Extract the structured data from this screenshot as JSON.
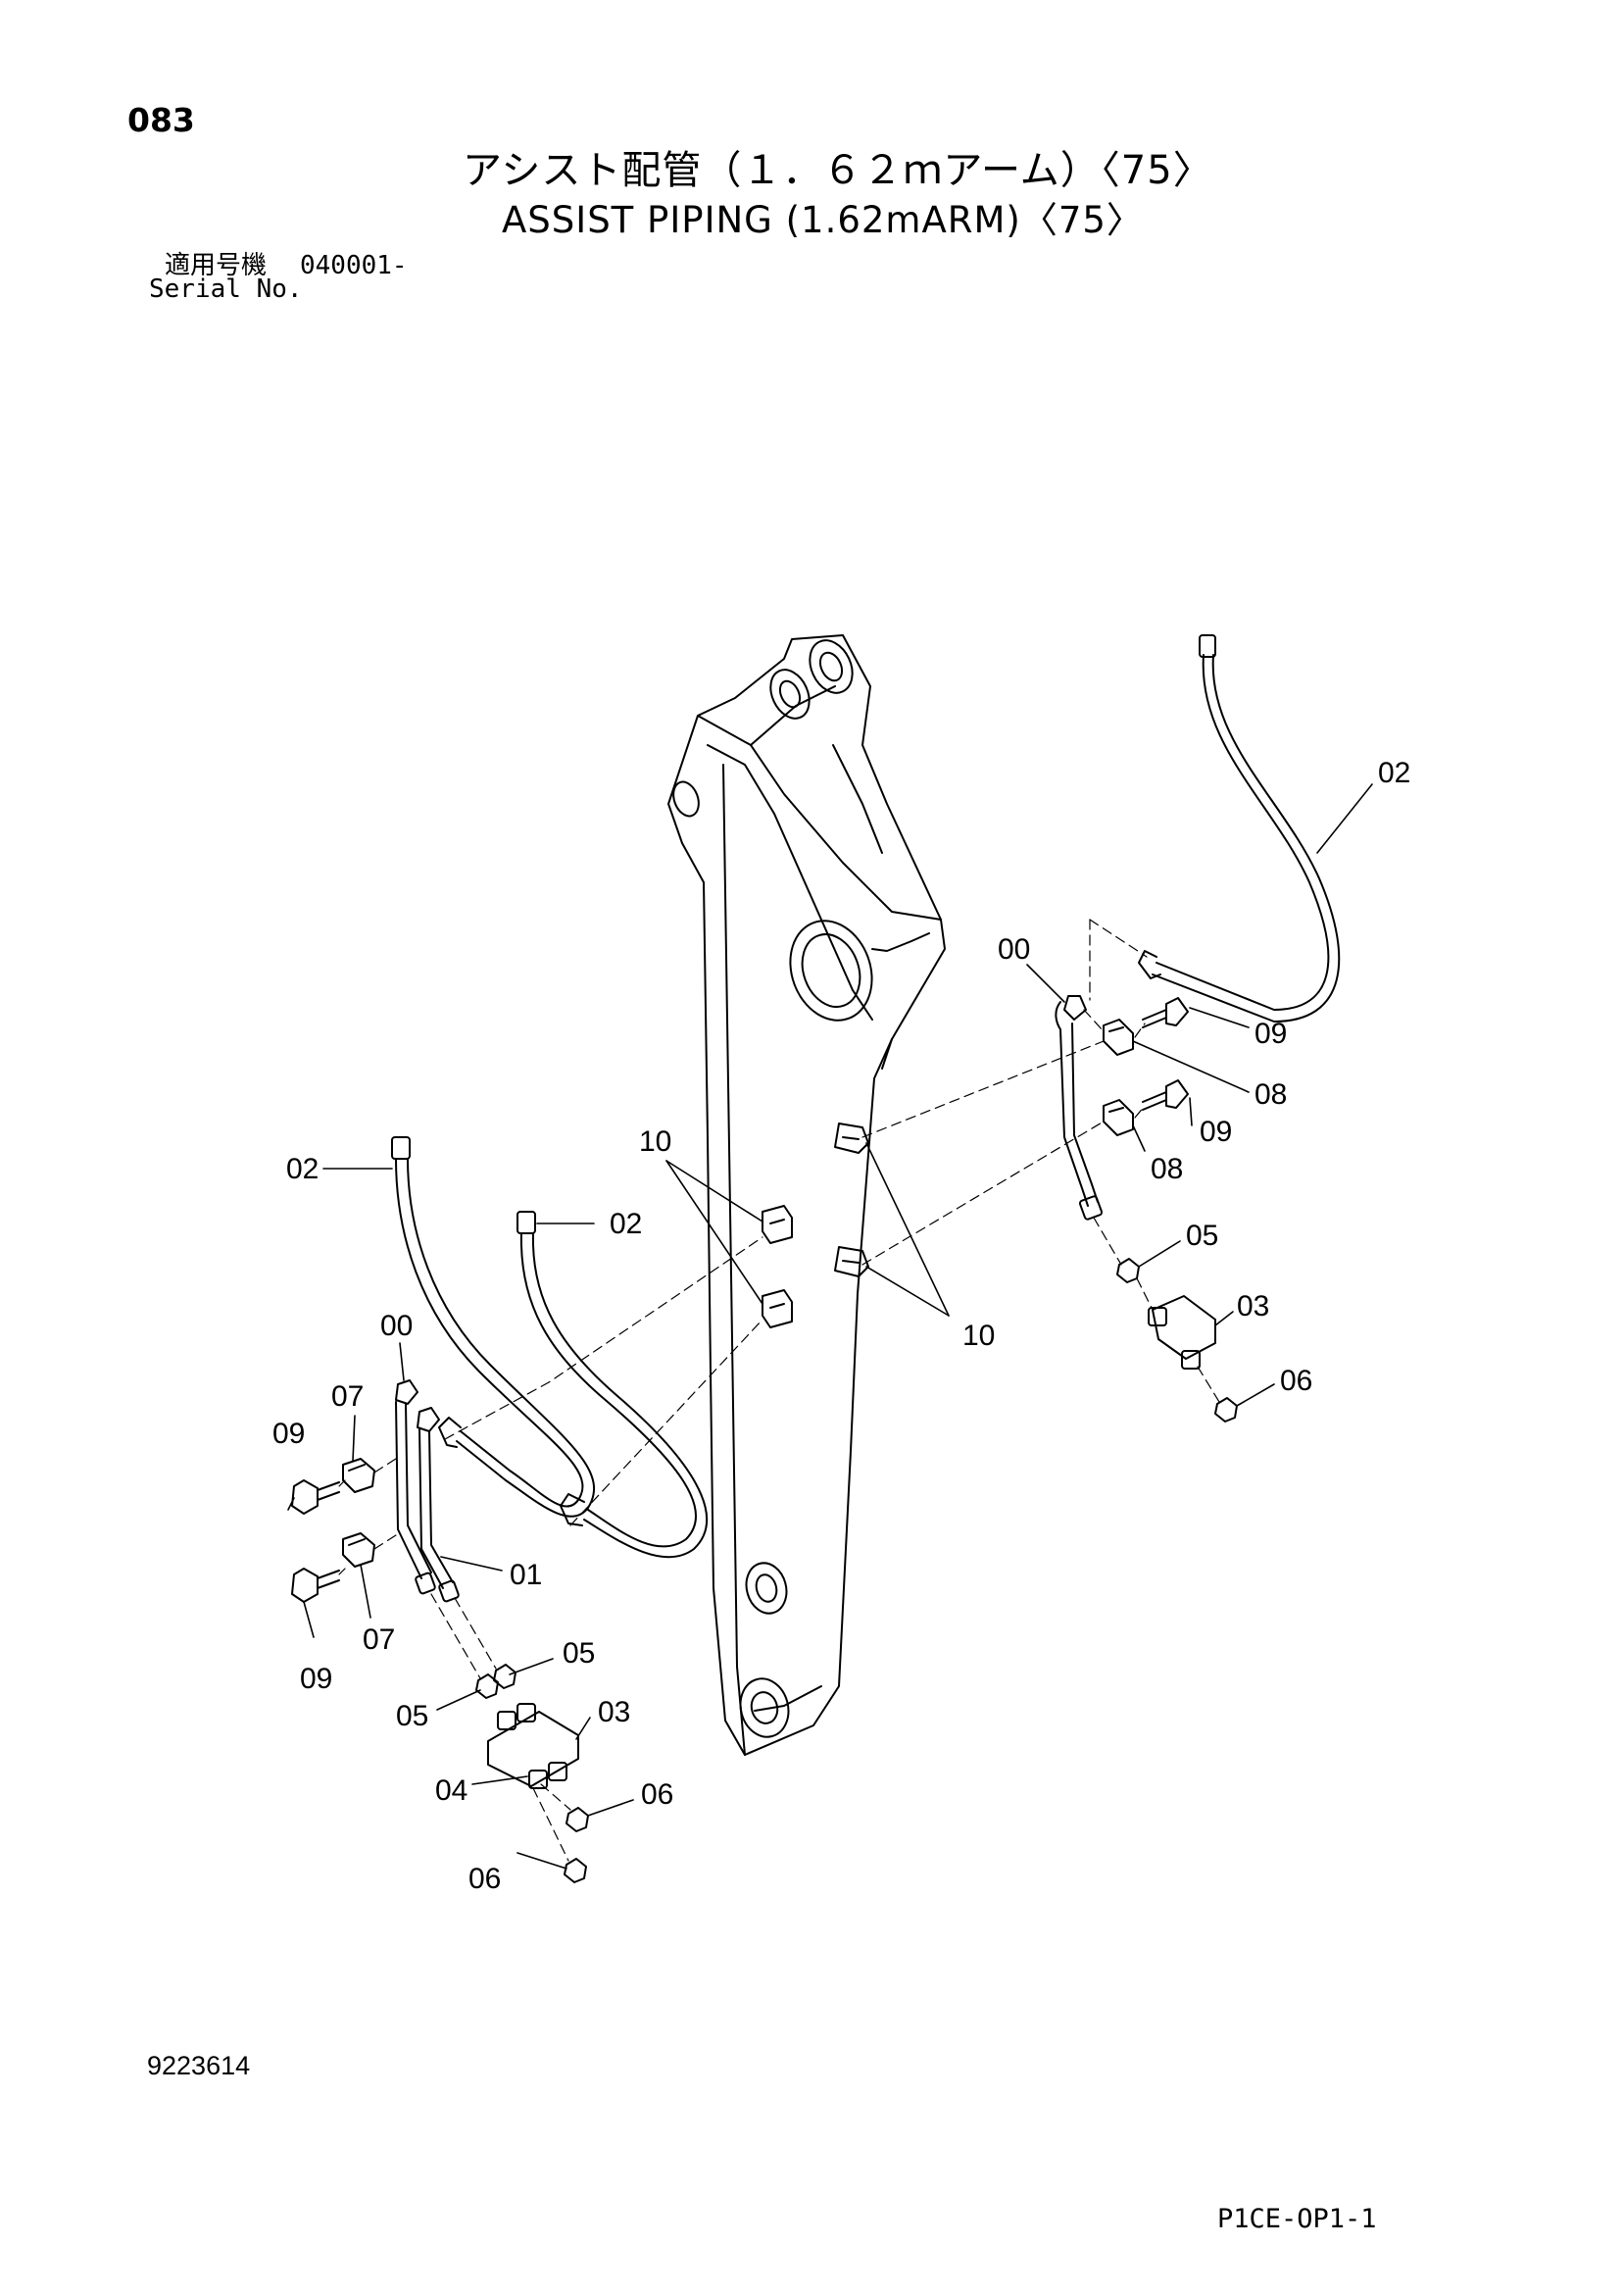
{
  "header": {
    "page_number": "083",
    "title_jp": "アシスト配管（１．６２ｍアーム）〈75〉",
    "title_en": "ASSIST PIPING (1.62mARM)〈75〉",
    "serial_label_jp": "適用号機",
    "serial_value": "040001-",
    "serial_label_en": "Serial No."
  },
  "callouts": {
    "right_hose": "02",
    "right_elbow": "00",
    "right_bolt_upper": "09",
    "right_clamp_upper": "08",
    "right_bolt_lower": "09",
    "right_clamp_lower": "08",
    "right_adapter": "05",
    "right_block": "03",
    "right_plug": "06",
    "left_hose_outer": "02",
    "left_hose_inner": "02",
    "brackets_left": "10",
    "brackets_right": "10",
    "left_elbow": "00",
    "left_clamp_upper": "07",
    "left_bolt_upper": "09",
    "left_pipe": "01",
    "left_clamp_lower": "07",
    "left_bolt_lower": "09",
    "left_adapter_right": "05",
    "left_adapter_left": "05",
    "left_block": "03",
    "left_tee": "04",
    "left_plug_right": "06",
    "left_plug_left": "06"
  },
  "footer": {
    "drawing_number": "9223614",
    "page_code": "P1CE-OP1-1"
  },
  "colors": {
    "line": "#000000",
    "background": "#ffffff"
  }
}
